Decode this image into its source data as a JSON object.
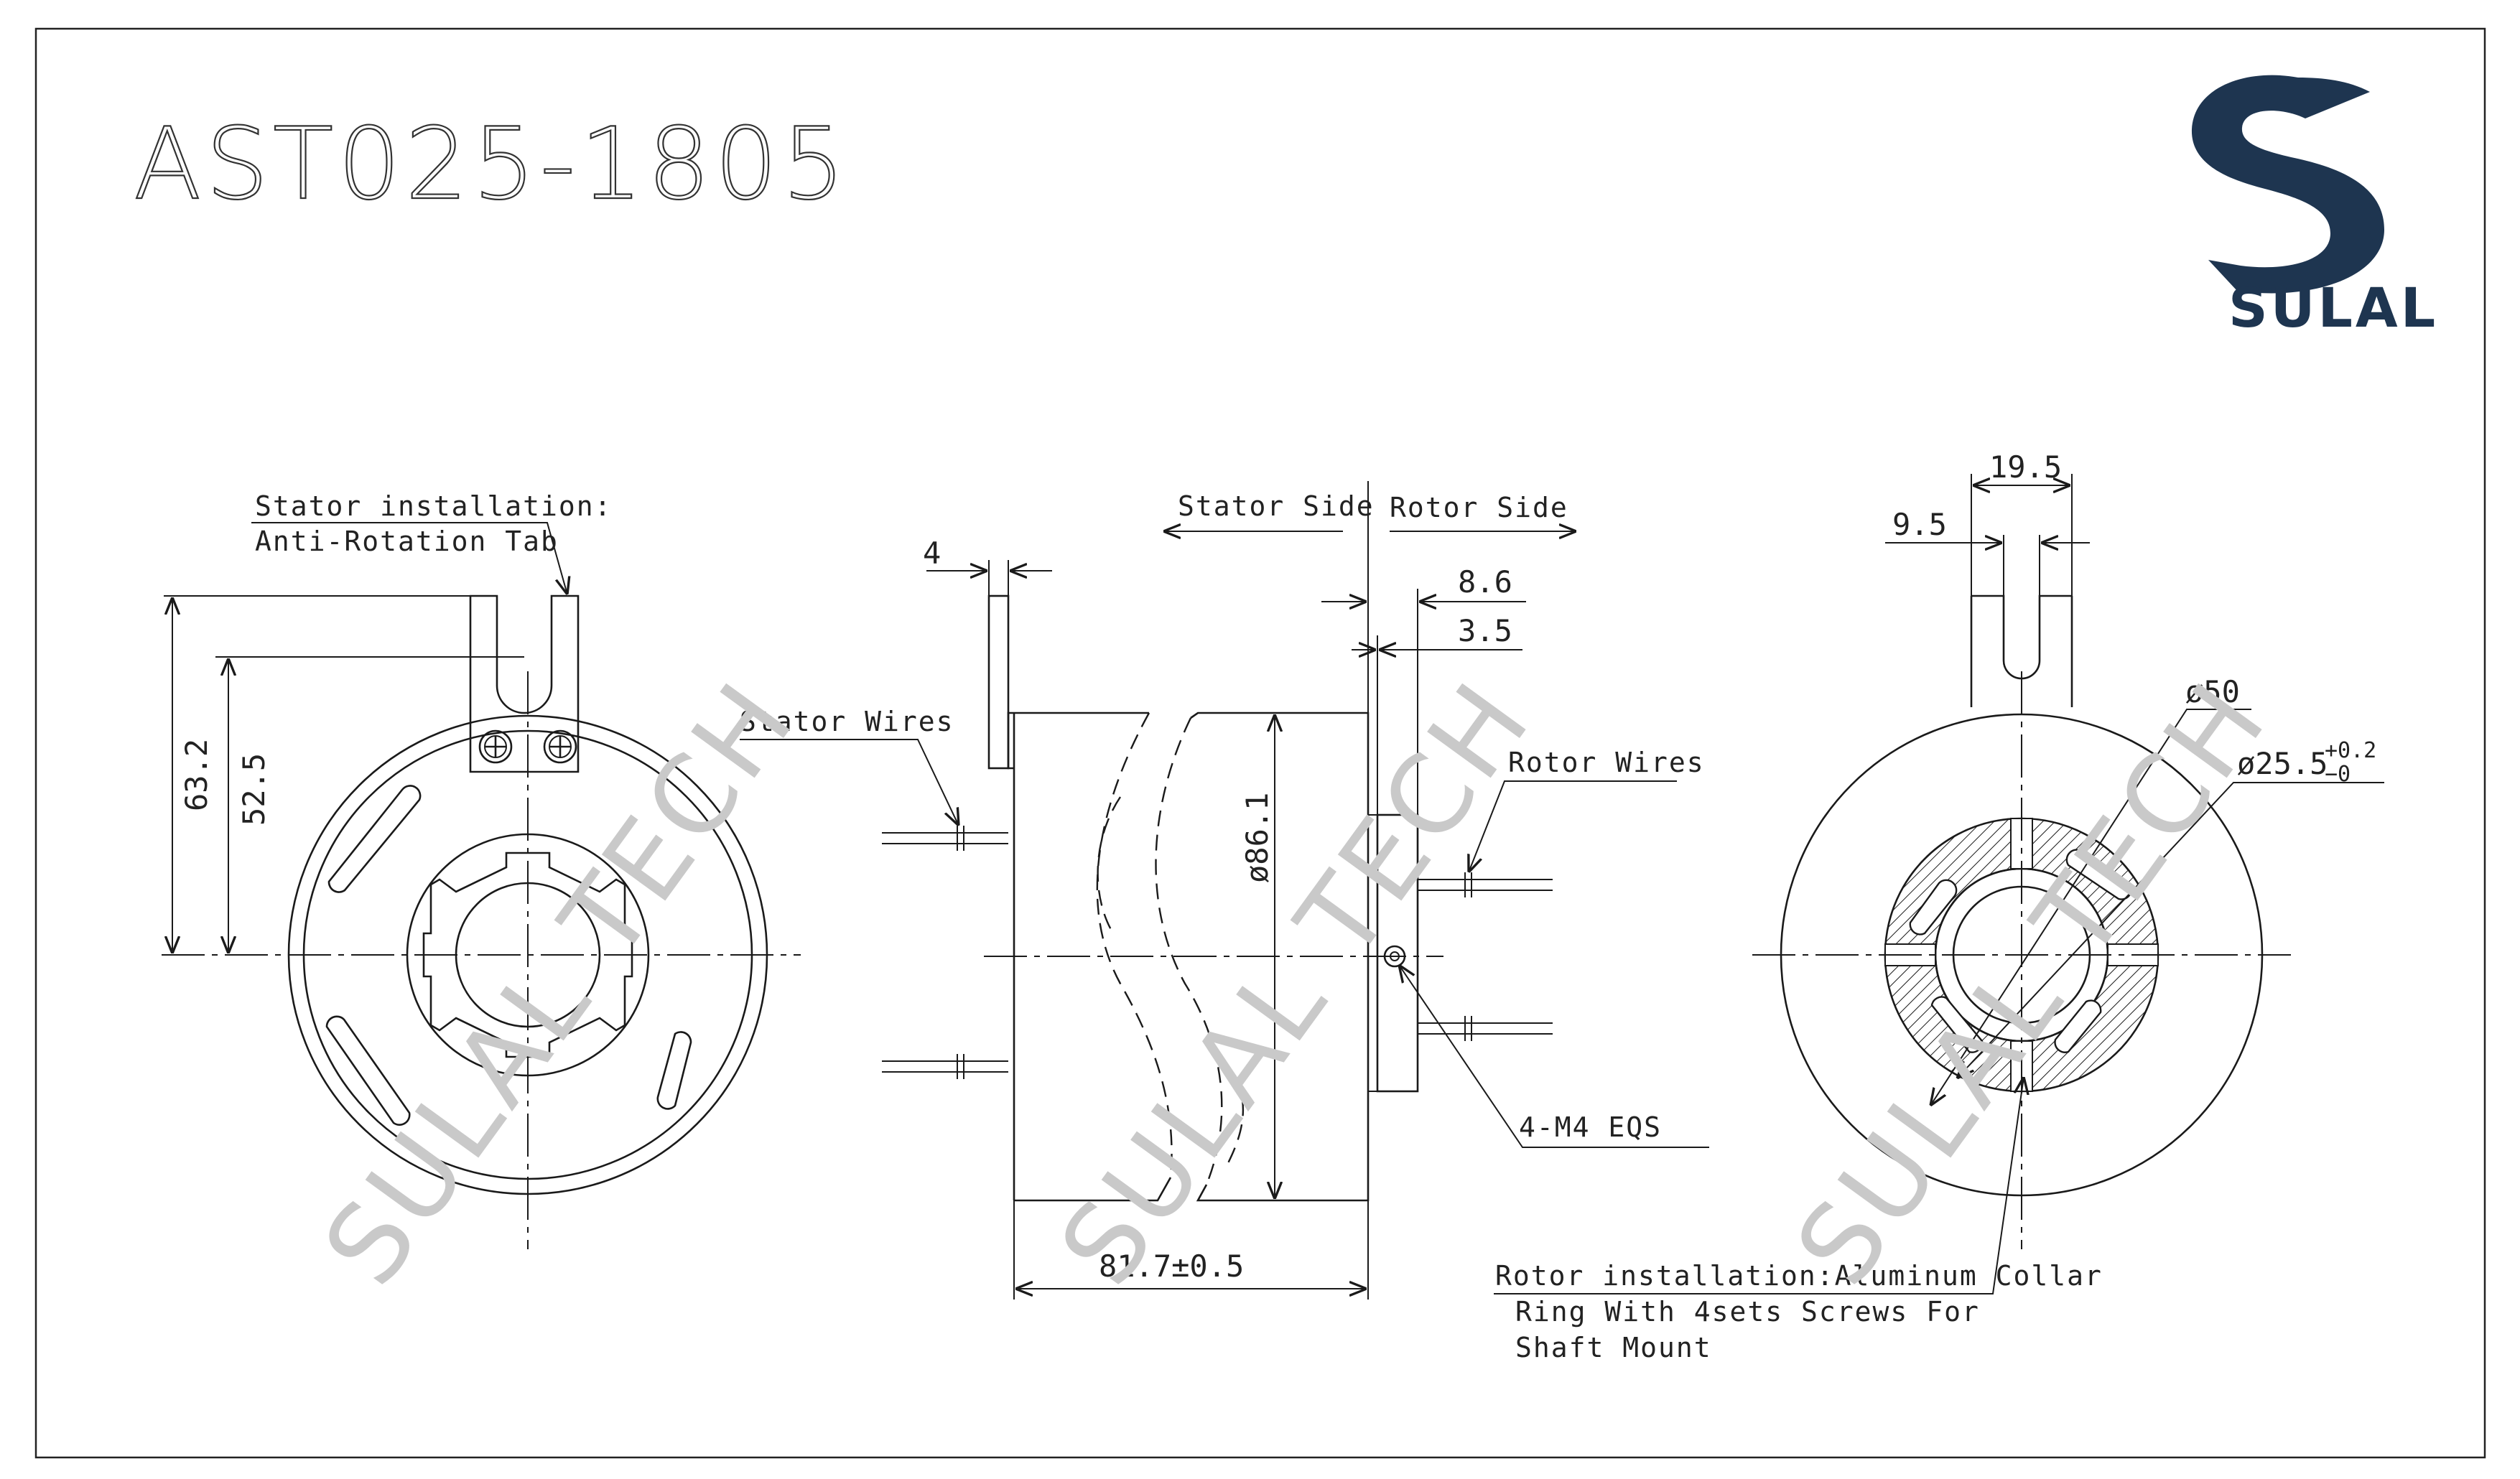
{
  "drawing": {
    "title": "AST025-1805",
    "brand": {
      "name": "SULAL",
      "color": "#1e3550"
    },
    "watermark": "SULAL TECH"
  },
  "left_view": {
    "stator_label_1": "Stator installation:",
    "stator_label_2": "Anti-Rotation Tab",
    "dim_overall": "63.2",
    "dim_center": "52.5"
  },
  "side_view": {
    "stator_side": "Stator Side",
    "rotor_side": "Rotor Side",
    "dim_tab": "4",
    "dim_flange": "8.6",
    "dim_flange_thk": "3.5",
    "stator_wires": "Stator Wires",
    "rotor_wires": "Rotor Wires",
    "dim_diameter": "ø86.1",
    "dim_length": "81.7±0.5",
    "screws": "4-M4 EQS"
  },
  "right_view": {
    "dim_slot_width": "19.5",
    "dim_slot_half": "9.5",
    "dim_od": "ø50",
    "dim_bore": "ø25.5",
    "tol_upper": "+0.2",
    "tol_lower": "−0",
    "rotor_label_1": "Rotor installation:Aluminum Collar",
    "rotor_label_2": "Ring With 4sets Screws For",
    "rotor_label_3": "Shaft Mount"
  }
}
